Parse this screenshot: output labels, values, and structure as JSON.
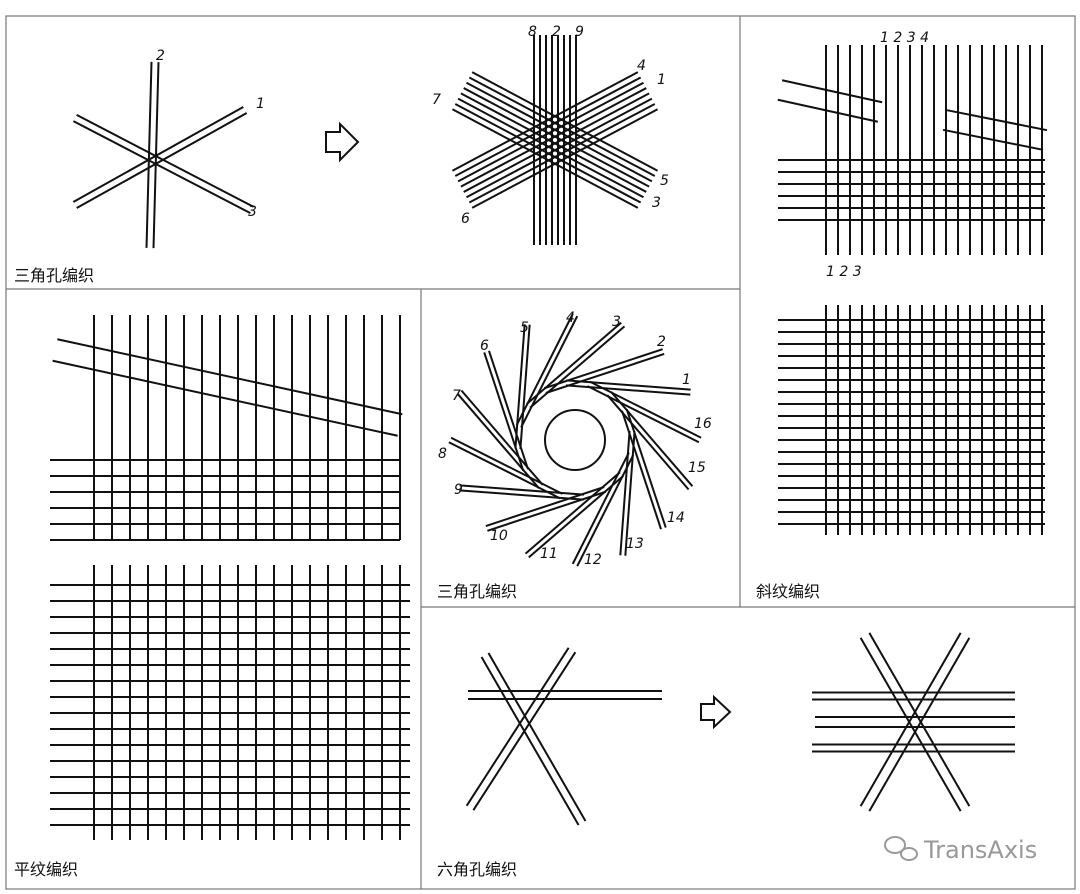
{
  "panels": {
    "triangle_top": {
      "label": "三角孔编织",
      "nums_a": [
        "2",
        "1",
        "3"
      ],
      "nums_b": [
        "8",
        "2",
        "9",
        "4",
        "1",
        "7",
        "5",
        "3",
        "6"
      ]
    },
    "twill": {
      "label": "斜纹编织",
      "top_nums": "1 2 3 4",
      "mid_nums": "1 2 3"
    },
    "plain": {
      "label": "平纹编织"
    },
    "triangle_mid": {
      "label": "三角孔编织",
      "nums": [
        "4",
        "3",
        "5",
        "2",
        "6",
        "1",
        "7",
        "16",
        "8",
        "15",
        "9",
        "14",
        "10",
        "13",
        "11",
        "12"
      ]
    },
    "hex": {
      "label": "六角孔编织"
    }
  },
  "watermark": "TransAxis",
  "colors": {
    "line": "#111111",
    "border": "#777777",
    "background": "#ffffff"
  }
}
